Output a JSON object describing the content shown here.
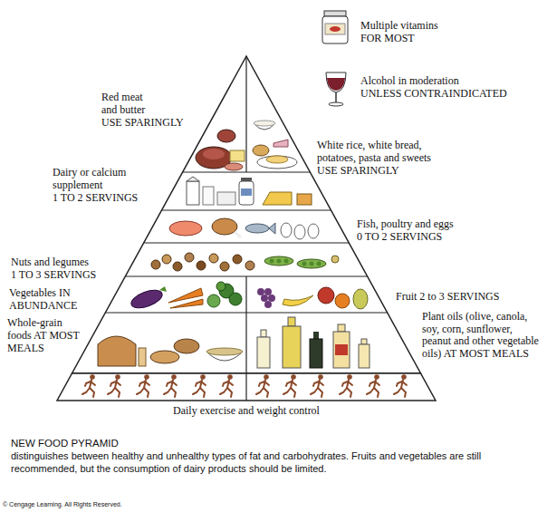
{
  "diagram": {
    "title": "NEW FOOD PYRAMID",
    "caption": "distinguishes between healthy and unhealthy types of fat and carbohydrates. Fruits and vegetables are still recommended, but the consumption of dairy products should be limited.",
    "labels": [
      "Multiple vitamins",
      "FOR MOST",
      "Alcohol in moderation",
      "UNLESS CONTRAINDICATED",
      "Red meat and butter",
      "USE SPARINGLY",
      "White rice, white bread, potatoes, pasta and sweets",
      "USE SPARINGLY",
      "Dairy or calcium supplement",
      "1 TO 2 SERVINGS",
      "Fish, poultry and eggs",
      "0 TO 2 SERVINGS",
      "Nuts and legumes",
      "1 TO 3 SERVINGS",
      "Vegetables IN ABUNDANCE",
      "Fruit 2 to 3 SERVINGS",
      "Whole-grain foods AT MOST MEALS",
      "Plant oils (olive, canola, soy, corn, sunflower, peanut and other vegetable oils) AT MOST MEALS",
      "Daily exercise and weight control",
      "© Cengage Learning. All Rights Reserved."
    ]
  }
}
